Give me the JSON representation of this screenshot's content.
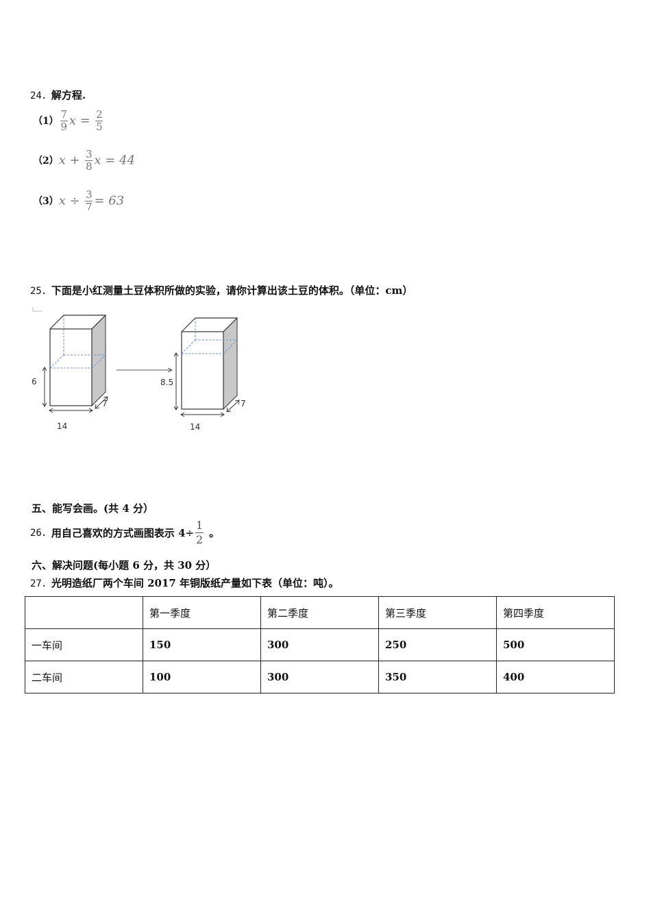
{
  "q24": {
    "num": "24．",
    "title": "解方程.",
    "items": [
      {
        "label": "（1）",
        "parts": {
          "n1": "7",
          "d1": "9",
          "mid": "x =",
          "n2": "2",
          "d2": "5"
        }
      },
      {
        "label": "（2）",
        "parts": {
          "pre": "x +",
          "n1": "3",
          "d1": "8",
          "post": "x = 44"
        }
      },
      {
        "label": "（3）",
        "parts": {
          "pre": "x ÷",
          "n1": "3",
          "d1": "7",
          "post": "= 63"
        }
      }
    ]
  },
  "q25": {
    "num": "25．",
    "text": "下面是小红测量土豆体积所做的实验，请你计算出该土豆的体积。（单位：cm）",
    "figure": {
      "left": {
        "height": "6",
        "width": "14",
        "depth": "7"
      },
      "right": {
        "height": "8.5",
        "width": "14",
        "depth": "7"
      }
    }
  },
  "section5": {
    "title": "五、能写会画。(共 4 分）"
  },
  "q26": {
    "num": "26．",
    "text": "用自己喜欢的方式画图表示 4÷",
    "frac_n": "1",
    "frac_d": "2",
    "end": "。"
  },
  "section6": {
    "title": "六、解决问题(每小题 6 分，共 30 分）"
  },
  "q27": {
    "num": "27．",
    "text": "光明造纸厂两个车间 2017 年铜版纸产量如下表（单位：吨）。",
    "table": {
      "headers": [
        "",
        "第一季度",
        "第二季度",
        "第三季度",
        "第四季度"
      ],
      "rows": [
        [
          "一车间",
          "150",
          "300",
          "250",
          "500"
        ],
        [
          "二车间",
          "100",
          "300",
          "350",
          "400"
        ]
      ]
    }
  }
}
